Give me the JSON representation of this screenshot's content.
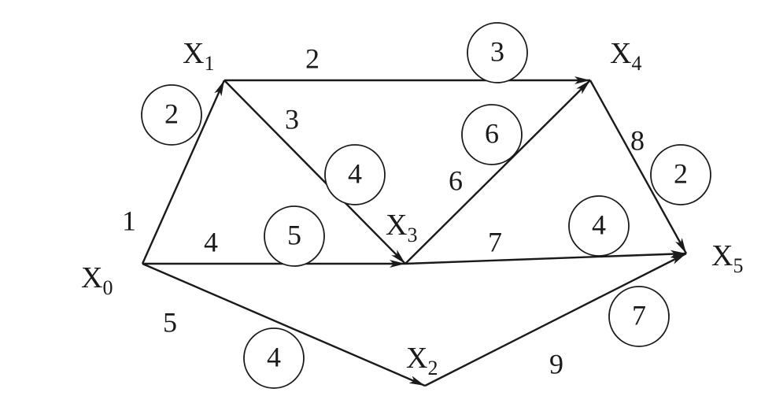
{
  "nodes": [
    {
      "id": "x0",
      "base": "X",
      "sub": "0"
    },
    {
      "id": "x1",
      "base": "X",
      "sub": "1"
    },
    {
      "id": "x2",
      "base": "X",
      "sub": "2"
    },
    {
      "id": "x3",
      "base": "X",
      "sub": "3"
    },
    {
      "id": "x4",
      "base": "X",
      "sub": "4"
    },
    {
      "id": "x5",
      "base": "X",
      "sub": "5"
    }
  ],
  "edges": [
    {
      "id": "x0-x1",
      "from": "x0",
      "to": "x1",
      "weight": "1",
      "circled": "2"
    },
    {
      "id": "x0-x3",
      "from": "x0",
      "to": "x3",
      "weight": "4",
      "circled": "5"
    },
    {
      "id": "x0-x2",
      "from": "x0",
      "to": "x2",
      "weight": "5",
      "circled": "4"
    },
    {
      "id": "x1-x4",
      "from": "x1",
      "to": "x4",
      "weight": "2",
      "circled": "3"
    },
    {
      "id": "x1-x3",
      "from": "x1",
      "to": "x3",
      "weight": "3",
      "circled": "4"
    },
    {
      "id": "x3-x4",
      "from": "x3",
      "to": "x4",
      "weight": "6",
      "circled": "6"
    },
    {
      "id": "x3-x5",
      "from": "x3",
      "to": "x5",
      "weight": "7",
      "circled": "4"
    },
    {
      "id": "x4-x5",
      "from": "x4",
      "to": "x5",
      "weight": "8",
      "circled": "2"
    },
    {
      "id": "x2-x5",
      "from": "x2",
      "to": "x5",
      "weight": "9",
      "circled": "7"
    }
  ]
}
